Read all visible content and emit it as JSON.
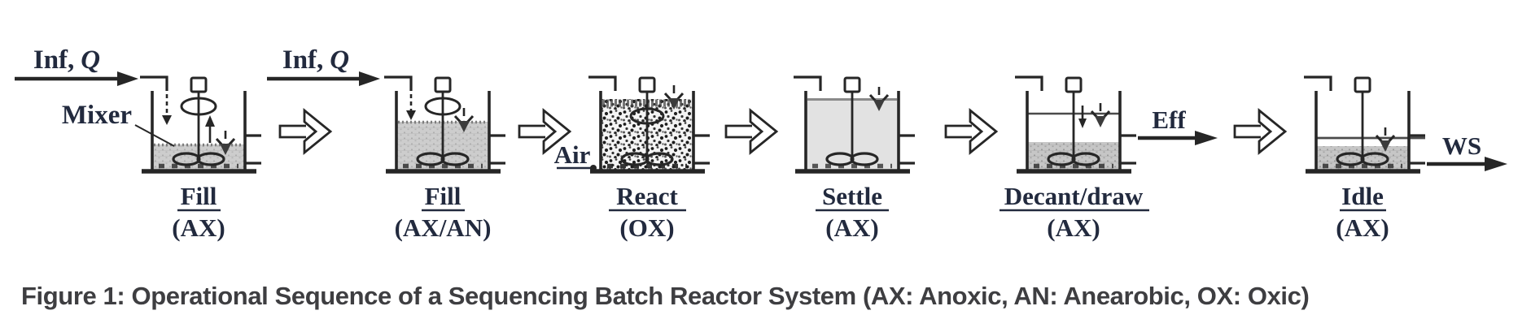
{
  "figure_caption": "Figure 1: Operational Sequence of a Sequencing Batch Reactor System (AX: Anoxic, AN: Anearobic, OX: Oxic)",
  "flow_labels": {
    "influent": "Inf,",
    "influent_q": "Q",
    "mixer": "Mixer",
    "air": "Air",
    "effluent": "Eff",
    "waste_sludge": "WS"
  },
  "stages": [
    {
      "name": "Fill",
      "mode": "(AX)"
    },
    {
      "name": "Fill",
      "mode": "(AX/AN)"
    },
    {
      "name": "React",
      "mode": "(OX)"
    },
    {
      "name": "Settle",
      "mode": "(AX)"
    },
    {
      "name": "Decant/draw",
      "mode": "(AX)"
    },
    {
      "name": "Idle",
      "mode": "(AX)"
    }
  ],
  "colors": {
    "ink": "#262626",
    "label_text": "#222a3e",
    "caption_text": "#3e3e41",
    "mixed_liquor": "#cdcdcd",
    "settled_liquid": "#e2e2e2",
    "sludge": "#c6c6c6"
  }
}
